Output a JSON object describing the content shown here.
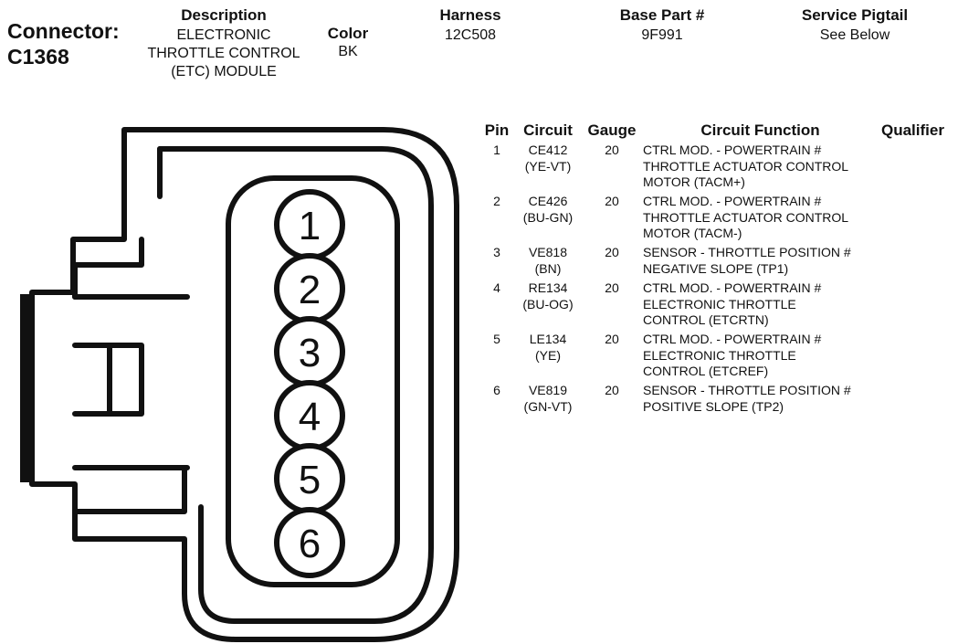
{
  "header": {
    "connector_label": "Connector:",
    "connector_id": "C1368",
    "description_label": "Description",
    "description_lines": [
      "ELECTRONIC",
      "THROTTLE CONTROL",
      "(ETC) MODULE"
    ],
    "color_label": "Color",
    "color_value": "BK",
    "harness_label": "Harness",
    "harness_value": "12C508",
    "base_part_label": "Base Part #",
    "base_part_value": "9F991",
    "pigtail_label": "Service Pigtail",
    "pigtail_value": "See Below"
  },
  "table": {
    "columns": [
      "Pin",
      "Circuit",
      "Gauge",
      "Circuit Function",
      "Qualifier"
    ],
    "rows": [
      {
        "pin": "1",
        "circuit": [
          "CE412",
          "(YE-VT)"
        ],
        "gauge": "20",
        "function": [
          "CTRL MOD. - POWERTRAIN #",
          "THROTTLE ACTUATOR CONTROL",
          "MOTOR (TACM+)"
        ],
        "qualifier": ""
      },
      {
        "pin": "2",
        "circuit": [
          "CE426",
          "(BU-GN)"
        ],
        "gauge": "20",
        "function": [
          "CTRL MOD. - POWERTRAIN #",
          "THROTTLE ACTUATOR CONTROL",
          "MOTOR (TACM-)"
        ],
        "qualifier": ""
      },
      {
        "pin": "3",
        "circuit": [
          "VE818",
          "(BN)"
        ],
        "gauge": "20",
        "function": [
          "SENSOR - THROTTLE POSITION #",
          "NEGATIVE SLOPE (TP1)"
        ],
        "qualifier": ""
      },
      {
        "pin": "4",
        "circuit": [
          "RE134",
          "(BU-OG)"
        ],
        "gauge": "20",
        "function": [
          "CTRL MOD. - POWERTRAIN #",
          "ELECTRONIC THROTTLE",
          "CONTROL (ETCRTN)"
        ],
        "qualifier": ""
      },
      {
        "pin": "5",
        "circuit": [
          "LE134",
          "(YE)"
        ],
        "gauge": "20",
        "function": [
          "CTRL MOD. - POWERTRAIN #",
          "ELECTRONIC THROTTLE",
          "CONTROL (ETCREF)"
        ],
        "qualifier": ""
      },
      {
        "pin": "6",
        "circuit": [
          "VE819",
          "(GN-VT)"
        ],
        "gauge": "20",
        "function": [
          "SENSOR - THROTTLE POSITION #",
          "POSITIVE SLOPE (TP2)"
        ],
        "qualifier": ""
      }
    ]
  },
  "diagram": {
    "pin_labels": [
      "1",
      "2",
      "3",
      "4",
      "5",
      "6"
    ]
  }
}
